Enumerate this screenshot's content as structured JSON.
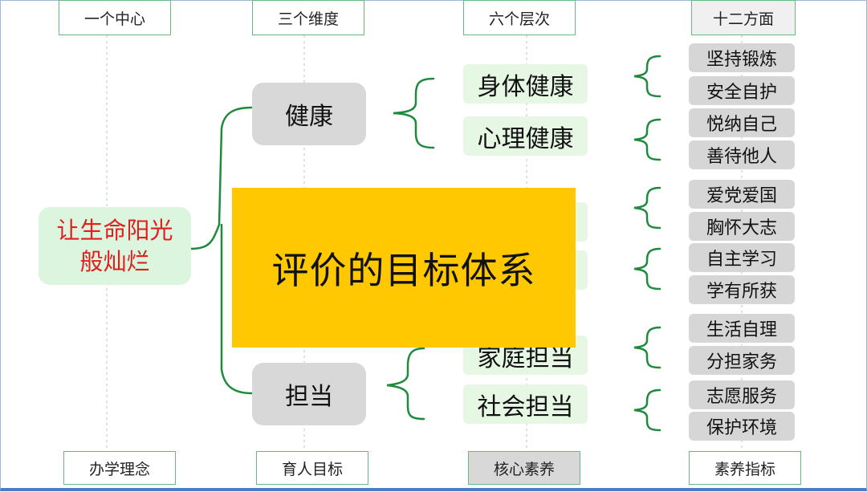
{
  "headers": [
    "一个中心",
    "三个维度",
    "六个层次",
    "十二方面"
  ],
  "footers": [
    "办学理念",
    "育人目标",
    "核心素养",
    "素养指标"
  ],
  "center": {
    "line1": "让生命阳光",
    "line2": "般灿烂"
  },
  "dimensions": [
    "健康",
    "",
    "担当"
  ],
  "levels": [
    "身体健康",
    "心理健康",
    "",
    "",
    "家庭担当",
    "社会担当"
  ],
  "aspects": [
    "坚持锻炼",
    "安全自护",
    "悦纳自己",
    "善待他人",
    "爱党爱国",
    "胸怀大志",
    "自主学习",
    "学有所获",
    "生活自理",
    "分担家务",
    "志愿服务",
    "保护环境"
  ],
  "overlay_title": "评价的目标体系",
  "colors": {
    "connector": "#1e8a3c",
    "center_text": "#e0201f",
    "overlay_bg": "#ffc800",
    "center_bg": "#dcf5df",
    "dimension_bg": "#d8d8d8",
    "level_bg": "#e6f7e4",
    "aspect_bg": "#d6d6d6"
  }
}
